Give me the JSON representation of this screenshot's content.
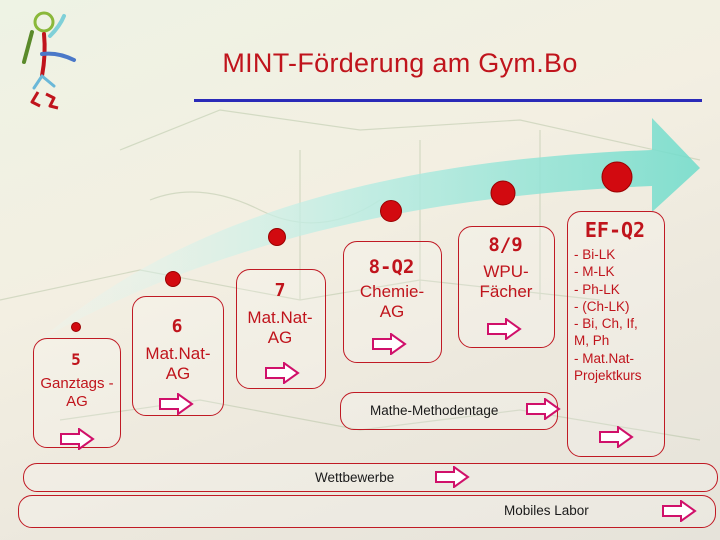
{
  "title": "MINT-Förderung am Gym.Bo",
  "stages": {
    "s5": {
      "num": "5",
      "label": "Ganztags - AG"
    },
    "s6": {
      "num": "6",
      "label": "Mat.Nat-AG"
    },
    "s7": {
      "num": "7",
      "label": "Mat.Nat-AG"
    },
    "s8": {
      "num": "8-Q2",
      "label": "Chemie-AG"
    },
    "s89": {
      "num": "8/9",
      "label": "WPU-Fächer"
    },
    "ef": {
      "num": "EF-Q2",
      "items": [
        "- Bi-LK",
        "- M-LK",
        "- Ph-LK",
        "- (Ch-LK)",
        "- Bi, Ch, If,",
        "M, Ph",
        "- Mat.Nat-",
        "Projektkurs"
      ]
    }
  },
  "bars": {
    "methoden": "Mathe-Methodentage",
    "wettbewerbe": "Wettbewerbe",
    "labor": "Mobiles Labor"
  },
  "colors": {
    "accent": "#c0141c",
    "arrow": "#7fe0d0",
    "title_line": "#2a2ab8"
  }
}
